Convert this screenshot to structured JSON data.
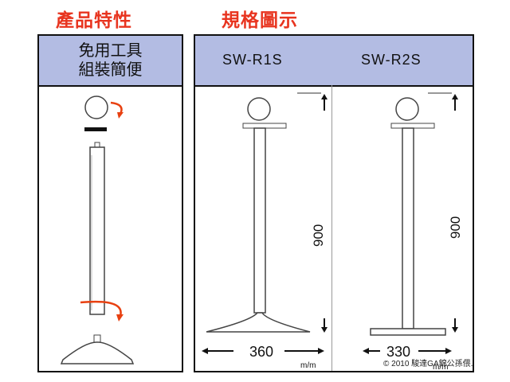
{
  "headings": {
    "features": "產品特性",
    "spec": "規格圖示"
  },
  "features_panel": {
    "line1": "免用工具",
    "line2": "組裝簡便"
  },
  "spec_panel": {
    "models": [
      {
        "name": "SW-R1S",
        "height": "900",
        "width": "360",
        "unit": "m/m"
      },
      {
        "name": "SW-R2S",
        "height": "900",
        "width": "330",
        "unit": "m/m"
      }
    ]
  },
  "copyright": "© 2010 駿達GA錦公孫偎."
}
